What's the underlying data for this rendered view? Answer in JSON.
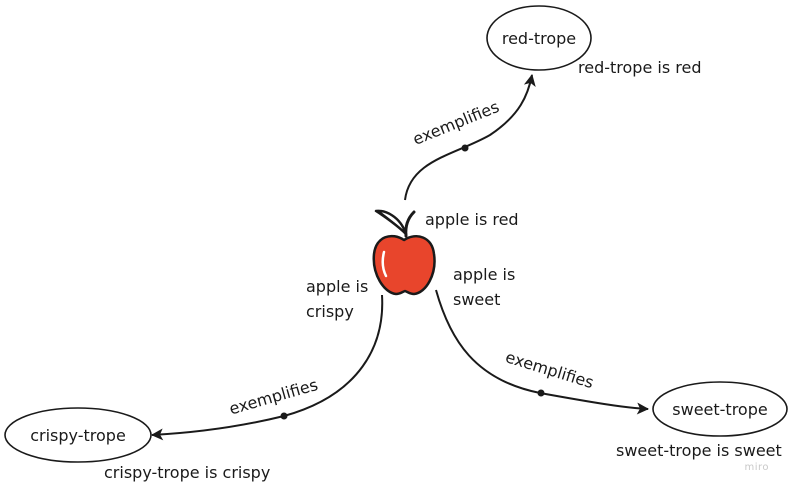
{
  "nodes": {
    "red_trope": "red-trope",
    "sweet_trope": "sweet-trope",
    "crispy_trope": "crispy-trope"
  },
  "edges": {
    "to_red": "exemplifies",
    "to_sweet": "exemplifies",
    "to_crispy": "exemplifies"
  },
  "captions": {
    "red_trope": "red-trope is red",
    "sweet_trope": "sweet-trope is sweet",
    "crispy_trope": "crispy-trope is crispy",
    "apple_red": "apple is red",
    "apple_sweet_line1": "apple is",
    "apple_sweet_line2": "sweet",
    "apple_crispy_line1": "apple is",
    "apple_crispy_line2": "crispy"
  },
  "icons": {
    "center": "apple-icon"
  },
  "colors": {
    "apple_fill": "#e8452c",
    "stroke": "#1a1a1a"
  },
  "watermark": "miro"
}
